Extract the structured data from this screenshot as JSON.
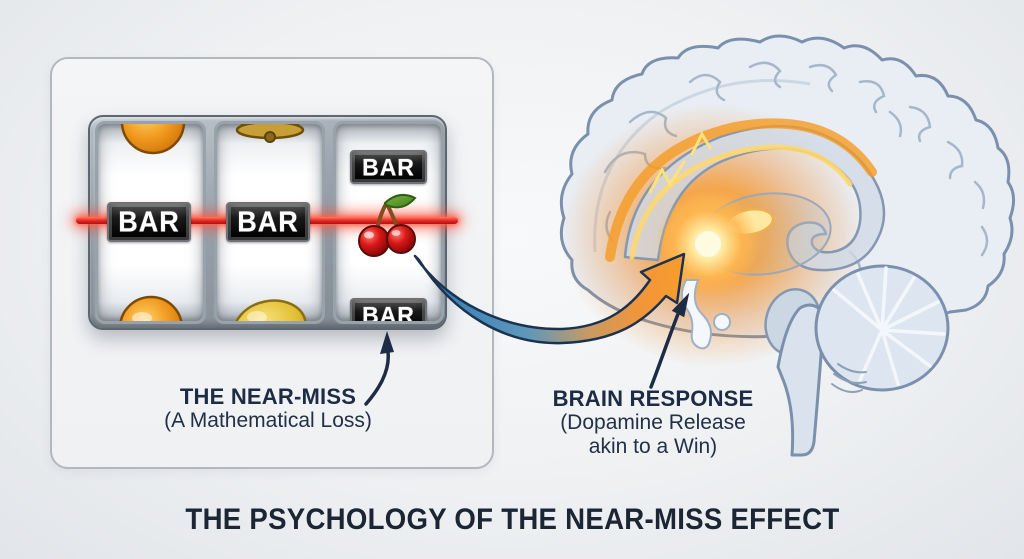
{
  "title": "THE PSYCHOLOGY OF THE NEAR-MISS EFFECT",
  "slot_machine": {
    "bar_label": "BAR",
    "payline_color": "#e42424",
    "reels": [
      {
        "top": "orange",
        "middle": "BAR",
        "bottom": "orange"
      },
      {
        "top": "bell",
        "middle": "BAR",
        "bottom": "lemon"
      },
      {
        "top": "BAR",
        "middle": "cherries",
        "bottom": "BAR"
      }
    ],
    "payline_result": [
      "BAR",
      "BAR",
      "cherries"
    ]
  },
  "annotations": {
    "near_miss": {
      "title": "THE NEAR-MISS",
      "subtitle": "(A Mathematical Loss)"
    },
    "brain_response": {
      "title": "BRAIN RESPONSE",
      "subtitle_line1": "(Dopamine Release",
      "subtitle_line2": "akin to a Win)"
    }
  },
  "colors": {
    "glow_orange": "#f79422",
    "arrow_blue": "#2b7ab8",
    "arrow_orange": "#f79d2c",
    "label_navy": "#1d2c44"
  }
}
